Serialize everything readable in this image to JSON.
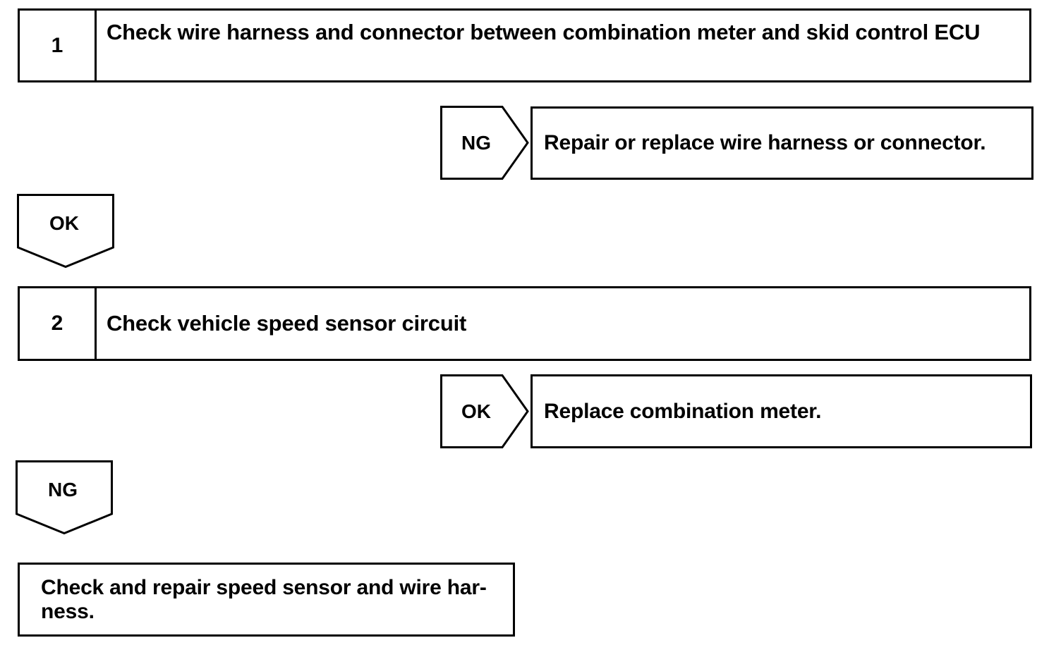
{
  "diagram": {
    "type": "troubleshooting-flowchart",
    "title": "",
    "steps": [
      {
        "number": "1",
        "text": "Check wire harness and connector between combination meter and skid control ECU"
      },
      {
        "number": "2",
        "text": "Check vehicle speed sensor circuit"
      }
    ],
    "branches": [
      {
        "label": "NG",
        "direction": "right",
        "from_step": "1",
        "result": "Repair or replace wire harness or connector."
      },
      {
        "label": "OK",
        "direction": "down",
        "from_step": "1",
        "result": ""
      },
      {
        "label": "OK",
        "direction": "right",
        "from_step": "2",
        "result": "Replace combination meter."
      },
      {
        "label": "NG",
        "direction": "down",
        "from_step": "2",
        "result": ""
      }
    ],
    "final_result": {
      "text": "Check and repair speed sensor and wire har-ness.",
      "line1": "Check and repair speed sensor and wire har-",
      "line2": "ness."
    },
    "colors": {
      "stroke": "#000000",
      "fill": "#ffffff",
      "text": "#000000"
    }
  }
}
